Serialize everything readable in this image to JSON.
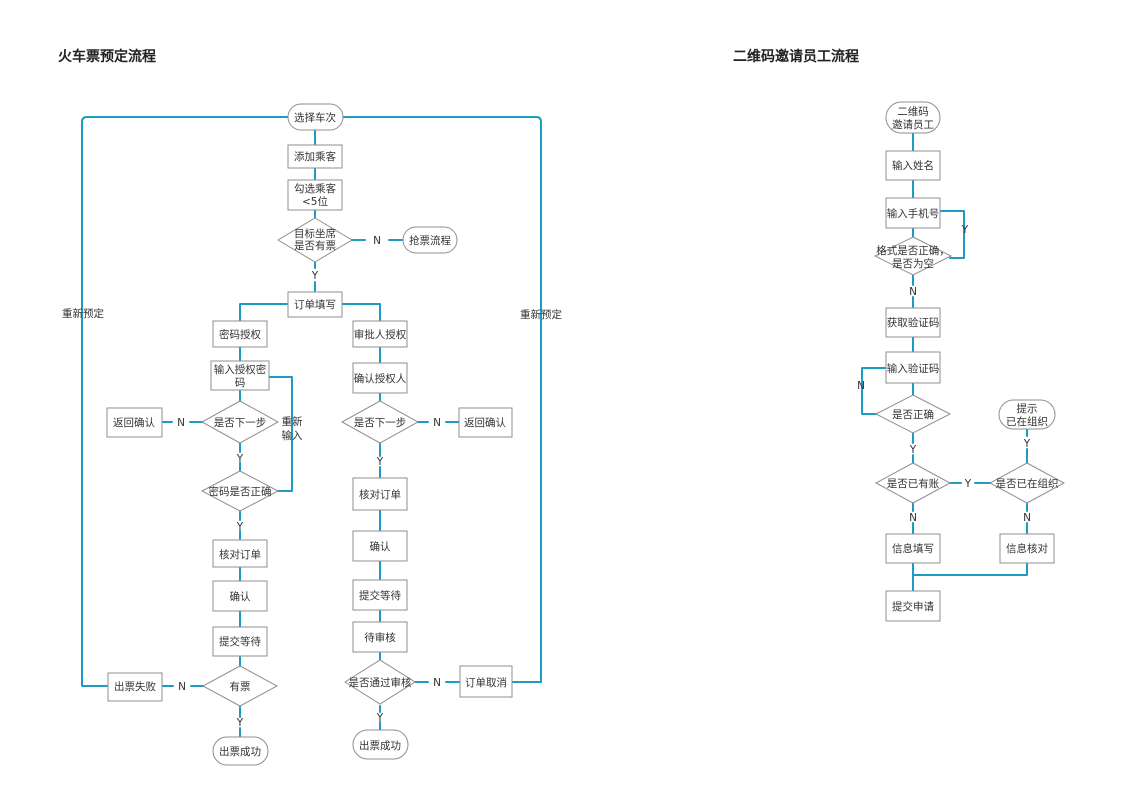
{
  "titles": {
    "train": "火车票预定流程",
    "qr": "二维码邀请员工流程"
  },
  "train_nodes": {
    "select_train": "选择车次",
    "add_passenger": "添加乘客",
    "check_passenger": [
      "勾选乘客",
      "<5位"
    ],
    "seat_check": [
      "目标坐席",
      "是否有票"
    ],
    "grab_ticket": "抢票流程",
    "order_fill": "订单填写",
    "pwd_auth": "密码授权",
    "approver_auth": "审批人授权",
    "enter_auth_pwd": [
      "输入授权密",
      "码"
    ],
    "confirm_approver": "确认授权人",
    "next_step_left": "是否下一步",
    "next_step_right": "是否下一步",
    "return_confirm_left": "返回确认",
    "return_confirm_right": "返回确认",
    "pwd_correct": "密码是否正确",
    "verify_order_left": "核对订单",
    "verify_order_right": "核对订单",
    "confirm_left": "确认",
    "confirm_right": "确认",
    "submit_wait_left": "提交等待",
    "submit_wait_right": "提交等待",
    "pending_review": "待审核",
    "has_ticket": "有票",
    "review_passed": "是否通过审核",
    "ticket_fail": "出票失败",
    "order_cancel": "订单取消",
    "ticket_success_left": "出票成功",
    "ticket_success_right": "出票成功"
  },
  "train_edges": {
    "rebook_left": "重新预定",
    "rebook_right": "重新预定",
    "reenter": [
      "重新",
      "输入"
    ],
    "n_grab": "N",
    "y_seat": "Y",
    "n_return_left": "N",
    "y_next_left": "Y",
    "y_pwd": "Y",
    "n_return_right": "N",
    "y_next_right": "Y",
    "n_fail": "N",
    "y_success_left": "Y",
    "n_cancel": "N",
    "y_success_right": "Y"
  },
  "qr_nodes": {
    "invite": [
      "二维码",
      "邀请员工"
    ],
    "enter_name": "输入姓名",
    "enter_phone": "输入手机号",
    "format_check": [
      "格式是否正确，",
      "是否为空"
    ],
    "get_code": "获取验证码",
    "enter_code": "输入验证码",
    "code_correct": "是否正确",
    "has_account": "是否已有账",
    "in_org": "是否已在组织",
    "prompt_in_org": [
      "提示",
      "已在组织"
    ],
    "info_fill": "信息填写",
    "info_verify": "信息核对",
    "submit_apply": "提交申请"
  },
  "qr_edges": {
    "y_format": "Y",
    "n_format": "N",
    "n_code": "N",
    "y_code": "Y",
    "y_account": "Y",
    "y_org": "Y",
    "n_account": "N",
    "n_org": "N"
  },
  "colors": {
    "connector": "#1e9bc4",
    "node_border": "#8f8f8f"
  }
}
